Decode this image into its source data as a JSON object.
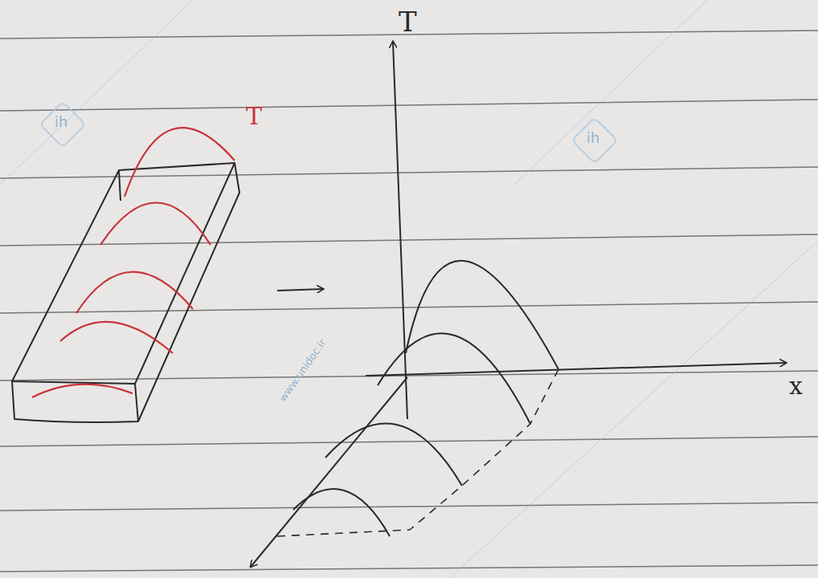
{
  "diagram": {
    "labels": [
      "T",
      "T",
      "x",
      "www.unidoc.ir",
      "ih",
      "ih"
    ]
  }
}
